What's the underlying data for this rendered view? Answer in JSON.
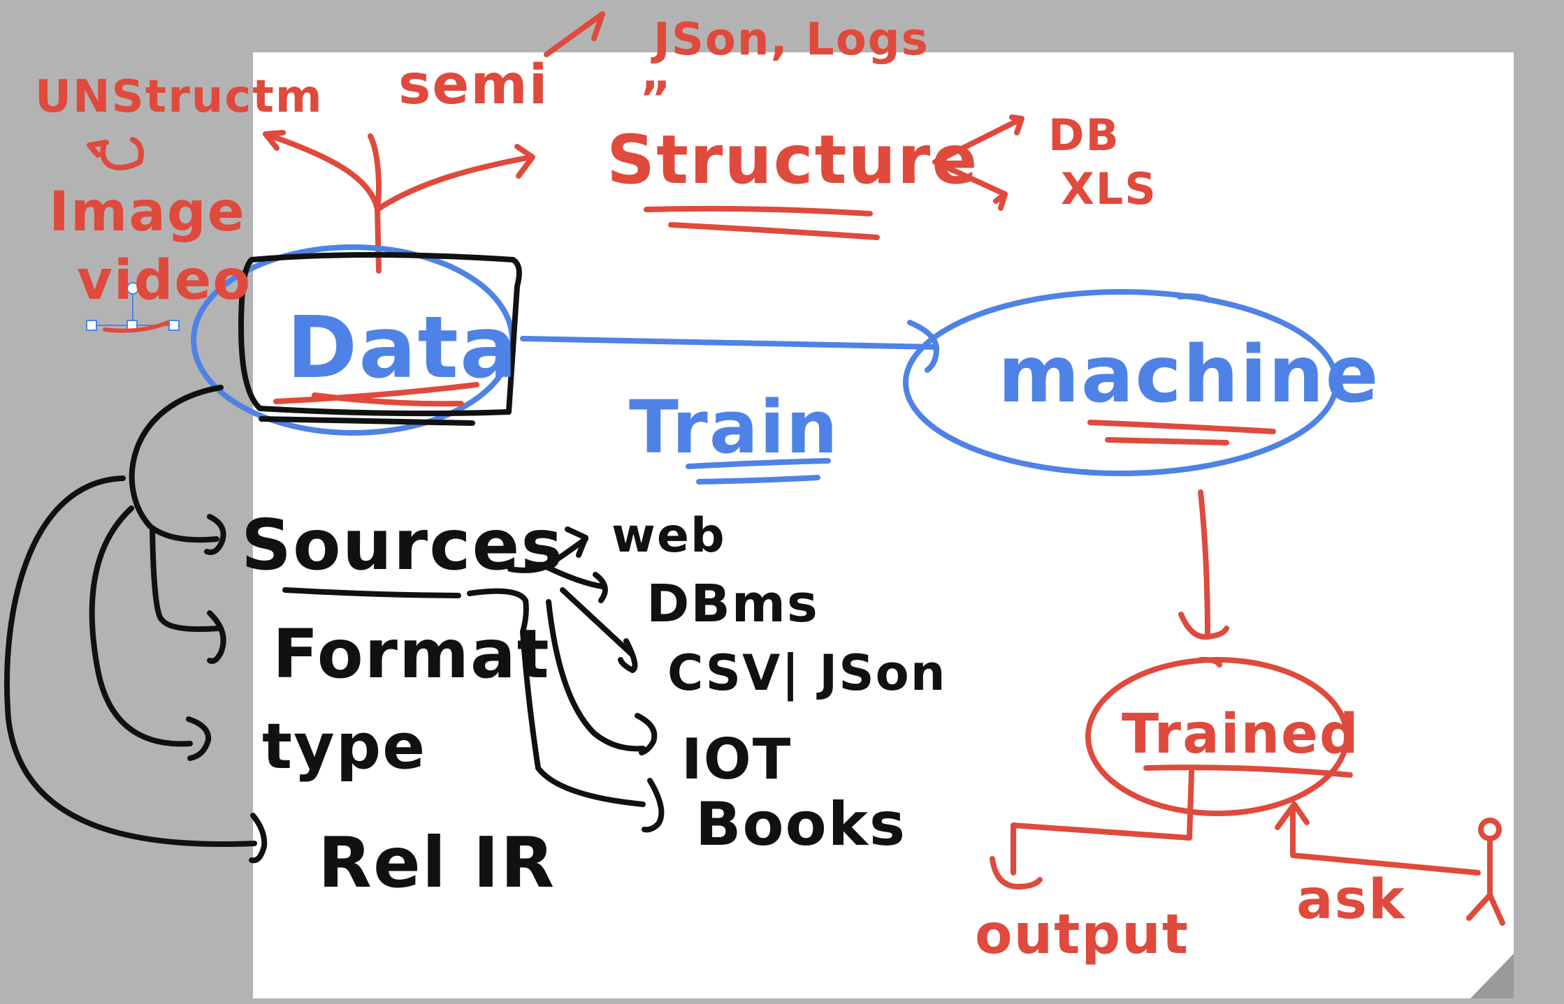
{
  "colors": {
    "red": "#df4a3c",
    "blue": "#4f82e6",
    "black": "#111111",
    "frame": "#b3b3b3",
    "paper": "#ffffff"
  },
  "labels": {
    "unstructured": "UNStructm",
    "image": "Image",
    "video": "video",
    "semi": "semi",
    "json_logs": "JSon, Logs",
    "ditto": "”",
    "structure": "Structure",
    "db": "DB",
    "xls": "XLS",
    "data": "Data",
    "machine": "machine",
    "train": "Train",
    "trained": "Trained",
    "output": "output",
    "ask": "ask",
    "sources": "Sources",
    "format": "Format",
    "type": "type",
    "rel_ir": "Rel IR",
    "web": "web",
    "dbms": "DBms",
    "csv_json": "CSV| JSon",
    "iot": "IOT",
    "books": "Books"
  }
}
